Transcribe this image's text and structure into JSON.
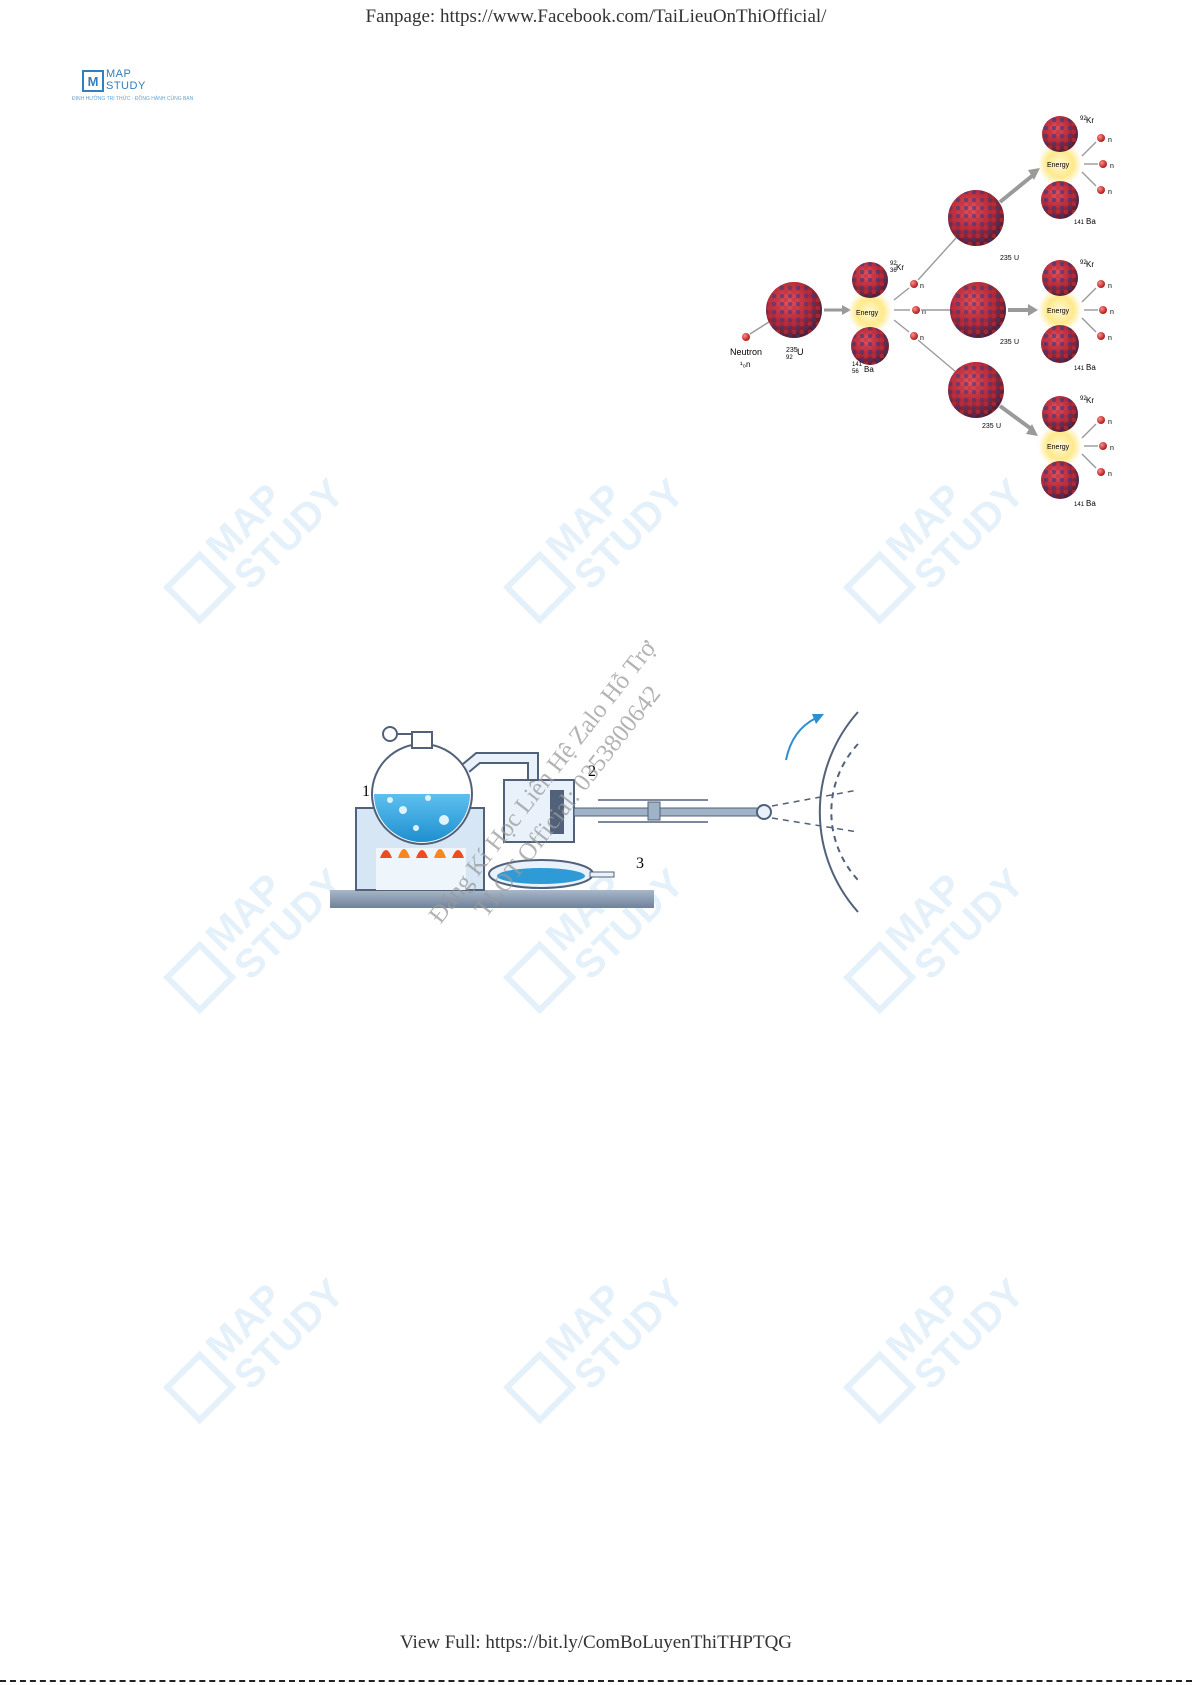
{
  "header": {
    "fanpage": "Fanpage: https://www.Facebook.com/TaiLieuOnThiOfficial/"
  },
  "logo": {
    "line1": "MAP",
    "line2": "STUDY",
    "mark": "M",
    "tagline": "ĐỊNH HƯỚNG TRI THỨC · ĐỒNG HÀNH CÙNG BẠN"
  },
  "watermark": {
    "line1": "MAP",
    "line2": "STUDY"
  },
  "overlay": {
    "line1": "Đăng Kí Học Liên Hệ Zalo Hỗ Trợ",
    "line2": "TLOT Official: 0353800642"
  },
  "fission": {
    "neutron_label": "Neutron",
    "neutron_symbol": "¹₀n",
    "energy_label": "Energy",
    "u_mass": "235",
    "u_atomic": "92",
    "u_symbol": "U",
    "kr_mass": "92",
    "kr_atomic": "36",
    "kr_symbol": "Kr",
    "ba_mass": "141",
    "ba_atomic": "56",
    "ba_symbol": "Ba",
    "n_symbol": "n",
    "n_mass": "1",
    "n_atomic": "0"
  },
  "apparatus": {
    "label1": "1",
    "label2": "2",
    "label3": "3"
  },
  "footer": {
    "view_full": "View Full: https://bit.ly/ComBoLuyenThiTHPTQG"
  }
}
